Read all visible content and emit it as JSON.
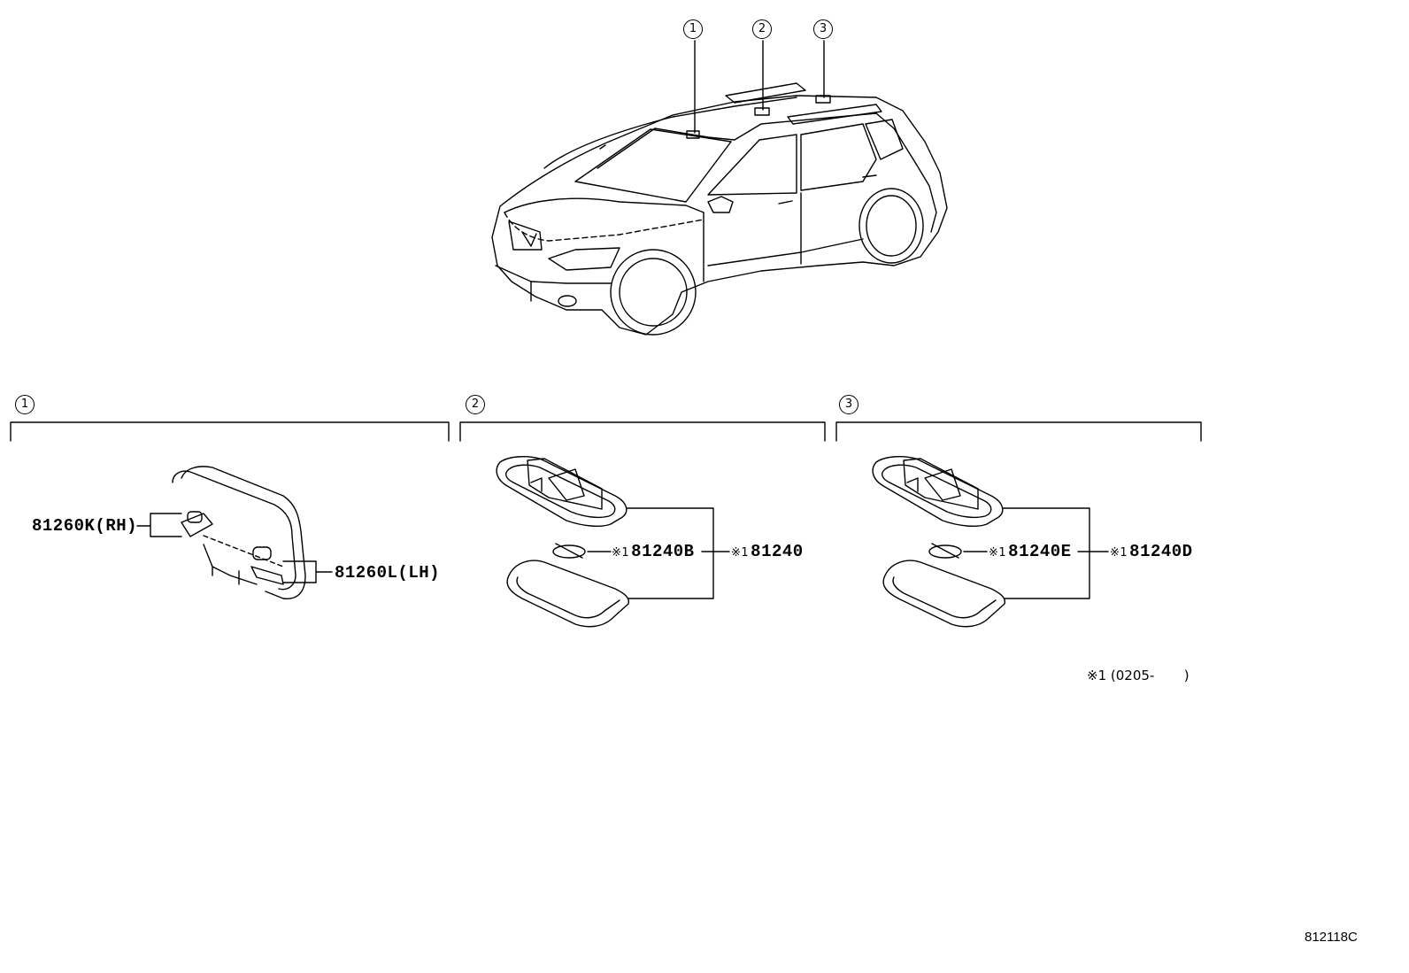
{
  "top_callouts": [
    "1",
    "2",
    "3"
  ],
  "section_markers": [
    "1",
    "2",
    "3"
  ],
  "sections": [
    {
      "labels": [
        {
          "text": "81260K(RH)"
        },
        {
          "text": "81260L(LH)"
        }
      ]
    },
    {
      "labels": [
        {
          "prefix": "※1",
          "text": "81240B"
        },
        {
          "prefix": "※1",
          "text": "81240"
        }
      ]
    },
    {
      "labels": [
        {
          "prefix": "※1",
          "text": "81240E"
        },
        {
          "prefix": "※1",
          "text": "81240D"
        }
      ]
    }
  ],
  "footnote": {
    "mark": "※1",
    "text": "(0205-       )"
  },
  "diagram_code": "812118C"
}
